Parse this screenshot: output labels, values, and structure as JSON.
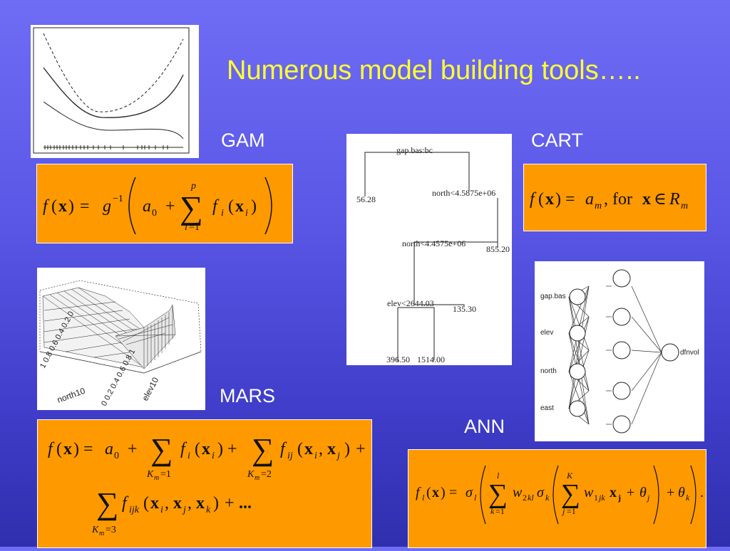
{
  "title": "Numerous model building tools…..",
  "labels": {
    "gam": "GAM",
    "cart": "CART",
    "mars": "MARS",
    "ann": "ANN"
  },
  "tree": {
    "root_split": "gap.bas:bc",
    "leaf1": "56.28",
    "split2": "north<4.5875e+06",
    "leaf2": "855.20",
    "split3": "north<4.4575e+06",
    "leaf3": "135.30",
    "split4": "elev<2644.03",
    "leaf4": "396.50",
    "leaf5": "1514.00"
  },
  "ann": {
    "inputs": [
      "gap.bas",
      "elev",
      "north",
      "east"
    ],
    "output": "dfnvol"
  },
  "surface": {
    "axis_north_ticks": "1 0.8 0.6 0.4 0.2 0",
    "axis_north_label": "north10",
    "axis_elev_ticks": "0 0.2 0.4 0.6 0.8 1",
    "axis_elev_label": "elev10"
  },
  "colors": {
    "background": "#5a57e6",
    "title": "#ffff33",
    "formula_box": "#ff9900"
  }
}
